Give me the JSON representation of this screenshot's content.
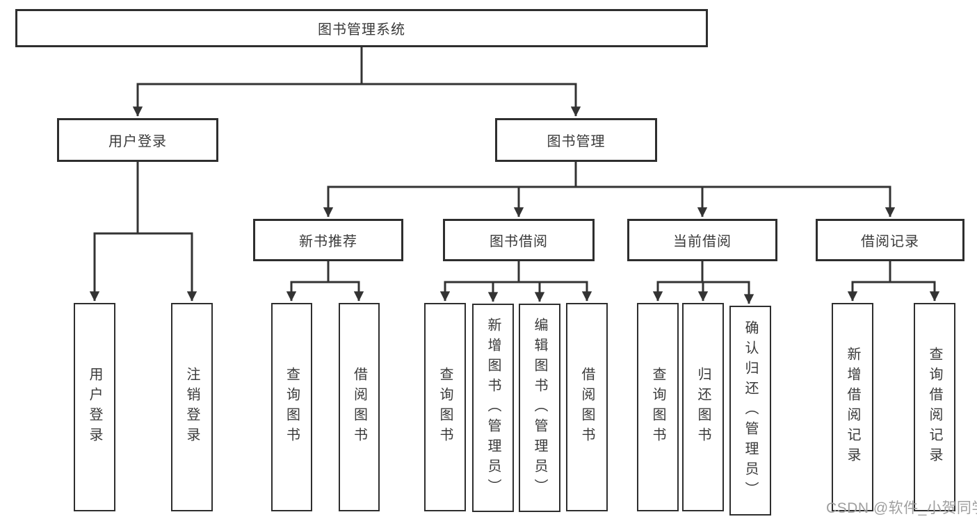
{
  "diagram": {
    "title": "图书管理系统",
    "nodes": {
      "root": {
        "label": "图书管理系统"
      },
      "user_login": {
        "label": "用户登录"
      },
      "book_mgmt": {
        "label": "图书管理"
      },
      "new_rec": {
        "label": "新书推荐"
      },
      "book_borrow": {
        "label": "图书借阅"
      },
      "current_borrow": {
        "label": "当前借阅"
      },
      "borrow_records": {
        "label": "借阅记录"
      },
      "leaf_user_login": {
        "label": "用户登录"
      },
      "leaf_logout": {
        "label": "注销登录"
      },
      "leaf_rec_query": {
        "label": "查询图书"
      },
      "leaf_rec_borrow": {
        "label": "借阅图书"
      },
      "leaf_bb_query": {
        "label": "查询图书"
      },
      "leaf_bb_add": {
        "label": "新增图书（管理员）"
      },
      "leaf_bb_edit": {
        "label": "编辑图书（管理员）"
      },
      "leaf_bb_borrow": {
        "label": "借阅图书"
      },
      "leaf_cb_query": {
        "label": "查询图书"
      },
      "leaf_cb_return": {
        "label": "归还图书"
      },
      "leaf_cb_confirm": {
        "label": "确认归还（管理员）"
      },
      "leaf_br_add": {
        "label": "新增借阅记录"
      },
      "leaf_br_query": {
        "label": "查询借阅记录"
      }
    },
    "hierarchy": [
      {
        "parent": "图书管理系统",
        "children": [
          "用户登录",
          "图书管理"
        ]
      },
      {
        "parent": "用户登录",
        "children": [
          "用户登录",
          "注销登录"
        ]
      },
      {
        "parent": "图书管理",
        "children": [
          "新书推荐",
          "图书借阅",
          "当前借阅",
          "借阅记录"
        ]
      },
      {
        "parent": "新书推荐",
        "children": [
          "查询图书",
          "借阅图书"
        ]
      },
      {
        "parent": "图书借阅",
        "children": [
          "查询图书",
          "新增图书（管理员）",
          "编辑图书（管理员）",
          "借阅图书"
        ]
      },
      {
        "parent": "当前借阅",
        "children": [
          "查询图书",
          "归还图书",
          "确认归还（管理员）"
        ]
      },
      {
        "parent": "借阅记录",
        "children": [
          "新增借阅记录",
          "查询借阅记录"
        ]
      }
    ],
    "colors": {
      "line": "#333333",
      "box_border": "#2e2e2e",
      "text": "#3a3a3a",
      "background": "#ffffff",
      "watermark": "#9f9f9f"
    }
  },
  "watermark": {
    "text": "CSDN @软件_小贺同学"
  }
}
